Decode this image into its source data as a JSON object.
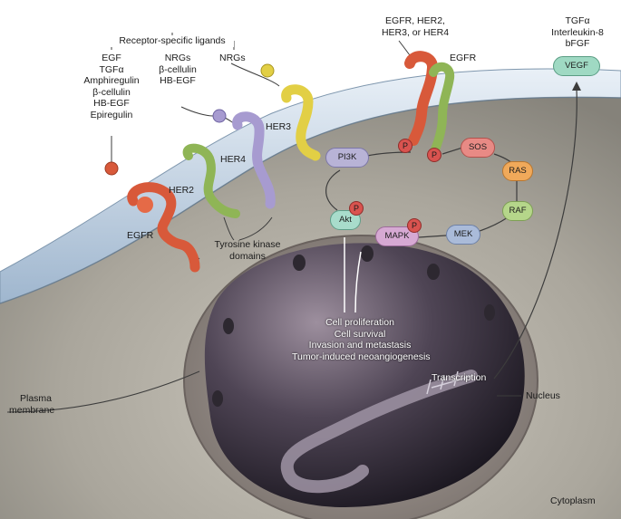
{
  "labels": {
    "receptor_ligands_header": "Receptor-specific ligands",
    "egfr_ligands": [
      "EGF",
      "TGFα",
      "Amphiregulin",
      "β-cellulin",
      "HB-EGF",
      "Epiregulin"
    ],
    "her4_ligands": [
      "NRGs",
      "β-cellulin",
      "HB-EGF"
    ],
    "her3_ligand": "NRGs",
    "dimer_partners": [
      "EGFR, HER2,",
      "HER3, or HER4"
    ],
    "egfr_top": "EGFR",
    "egfr_left": "EGFR",
    "her2": "HER2",
    "her4": "HER4",
    "her3": "HER3",
    "tyrosine_kinase": [
      "Tyrosine kinase",
      "domains"
    ],
    "secreted": [
      "TGFα",
      "Interleukin-8",
      "bFGF"
    ],
    "plasma_membrane": [
      "Plasma",
      "membrane"
    ],
    "nucleus": "Nucleus",
    "cytoplasm": "Cytoplasm",
    "transcription": "Transcription",
    "outcomes": [
      "Cell proliferation",
      "Cell survival",
      "Invasion and metastasis",
      "Tumor-induced neoangiogenesis"
    ]
  },
  "nodes": {
    "pi3k": "PI3K",
    "akt": "Akt",
    "sos": "SOS",
    "ras": "RAS",
    "raf": "RAF",
    "mek": "MEK",
    "mapk": "MAPK",
    "vegf": "VEGF",
    "phospho": "P"
  },
  "colors": {
    "membrane": "#b9cce0",
    "cytoplasm": "#a8a49a",
    "nucleus": "#4a4350",
    "egfr": "#d8593a",
    "her2": "#8fb556",
    "her4": "#a79bd0",
    "her3": "#e2cf45",
    "pi3k": "#b8b3d6",
    "akt": "#a8dccb",
    "sos": "#e88a85",
    "ras": "#f0a95a",
    "raf": "#b5d68a",
    "mek": "#aabbd9",
    "mapk": "#d6a9d3",
    "vegf": "#9fd9c3",
    "phospho": "#d9534f"
  }
}
